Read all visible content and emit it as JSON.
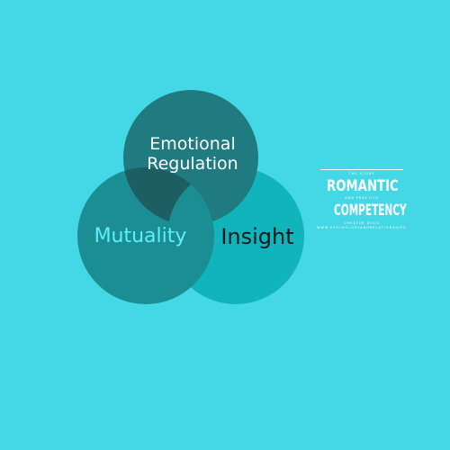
{
  "colors": {
    "background": "#44d7e6",
    "circle_top": "#1f7b80",
    "circle_left": "#1b8e93",
    "circle_right": "#11b4bb",
    "overlap_dark": "#1d5e63",
    "label_white": "#ffffff",
    "label_cyan": "#5ef0fa",
    "label_black": "#0c1a1c"
  },
  "venn": {
    "top_label_line1": "Emotional",
    "top_label_line2": "Regulation",
    "left_label": "Mutuality",
    "right_label": "Insight"
  },
  "logo": {
    "tagline_top": "THE STUDY",
    "word1": "ROMANTIC",
    "tagline_middle": "AND PRACTICE",
    "word2": "COMPETENCY",
    "tagline_bottom1": "CHESTER DOUS",
    "tagline_bottom2": "WWW.PSYCHOLOGYANDRELATIONSHIPS.COM"
  }
}
